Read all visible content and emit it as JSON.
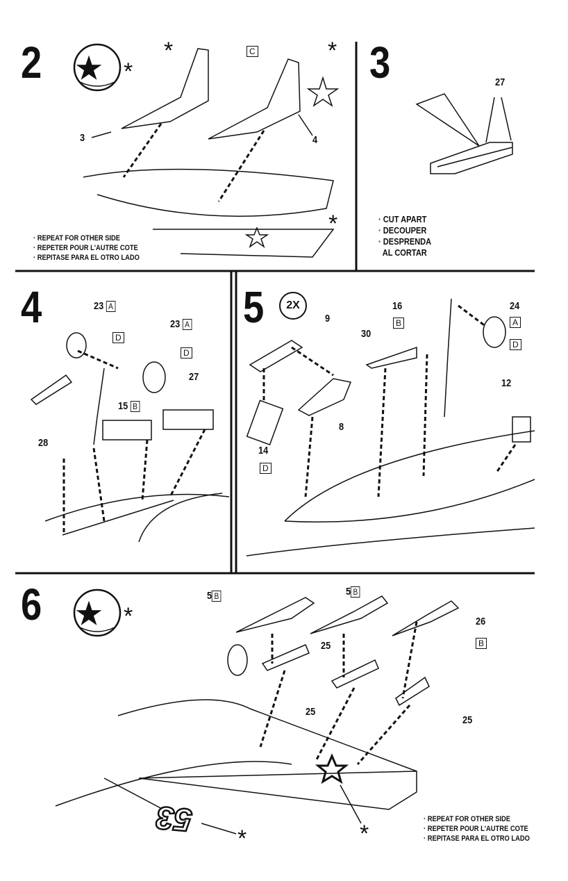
{
  "steps": {
    "s2": {
      "number": "2",
      "part_a": "3",
      "part_b": "4",
      "part_c": "C",
      "asterisk": "*",
      "notes": [
        "· REPEAT FOR OTHER SIDE",
        "· REPETER POUR L'AUTRE COTE",
        "· REPITASE PARA EL OTRO LADO"
      ]
    },
    "s3": {
      "number": "3",
      "part": "27",
      "notes": [
        "· CUT APART",
        "· DECOUPER",
        "· DESPRENDA",
        "  AL CORTAR"
      ]
    },
    "s4": {
      "number": "4",
      "p23": "23",
      "A": "A",
      "D": "D",
      "p27": "27",
      "p15": "15",
      "B": "B",
      "p28": "28"
    },
    "s5": {
      "number": "5",
      "multiplier": "2X",
      "p9": "9",
      "p16": "16",
      "B": "B",
      "p24": "24",
      "A": "A",
      "D": "D",
      "p30": "30",
      "p12": "12",
      "p8": "8",
      "p14": "14"
    },
    "s6": {
      "number": "6",
      "p5": "5",
      "B": "B",
      "p26": "26",
      "p25": "25",
      "decal": "53",
      "asterisk": "*",
      "notes": [
        "· REPEAT FOR OTHER SIDE",
        "· REPETER POUR L'AUTRE COTE",
        "· REPITASE PARA EL OTRO LADO"
      ]
    }
  }
}
